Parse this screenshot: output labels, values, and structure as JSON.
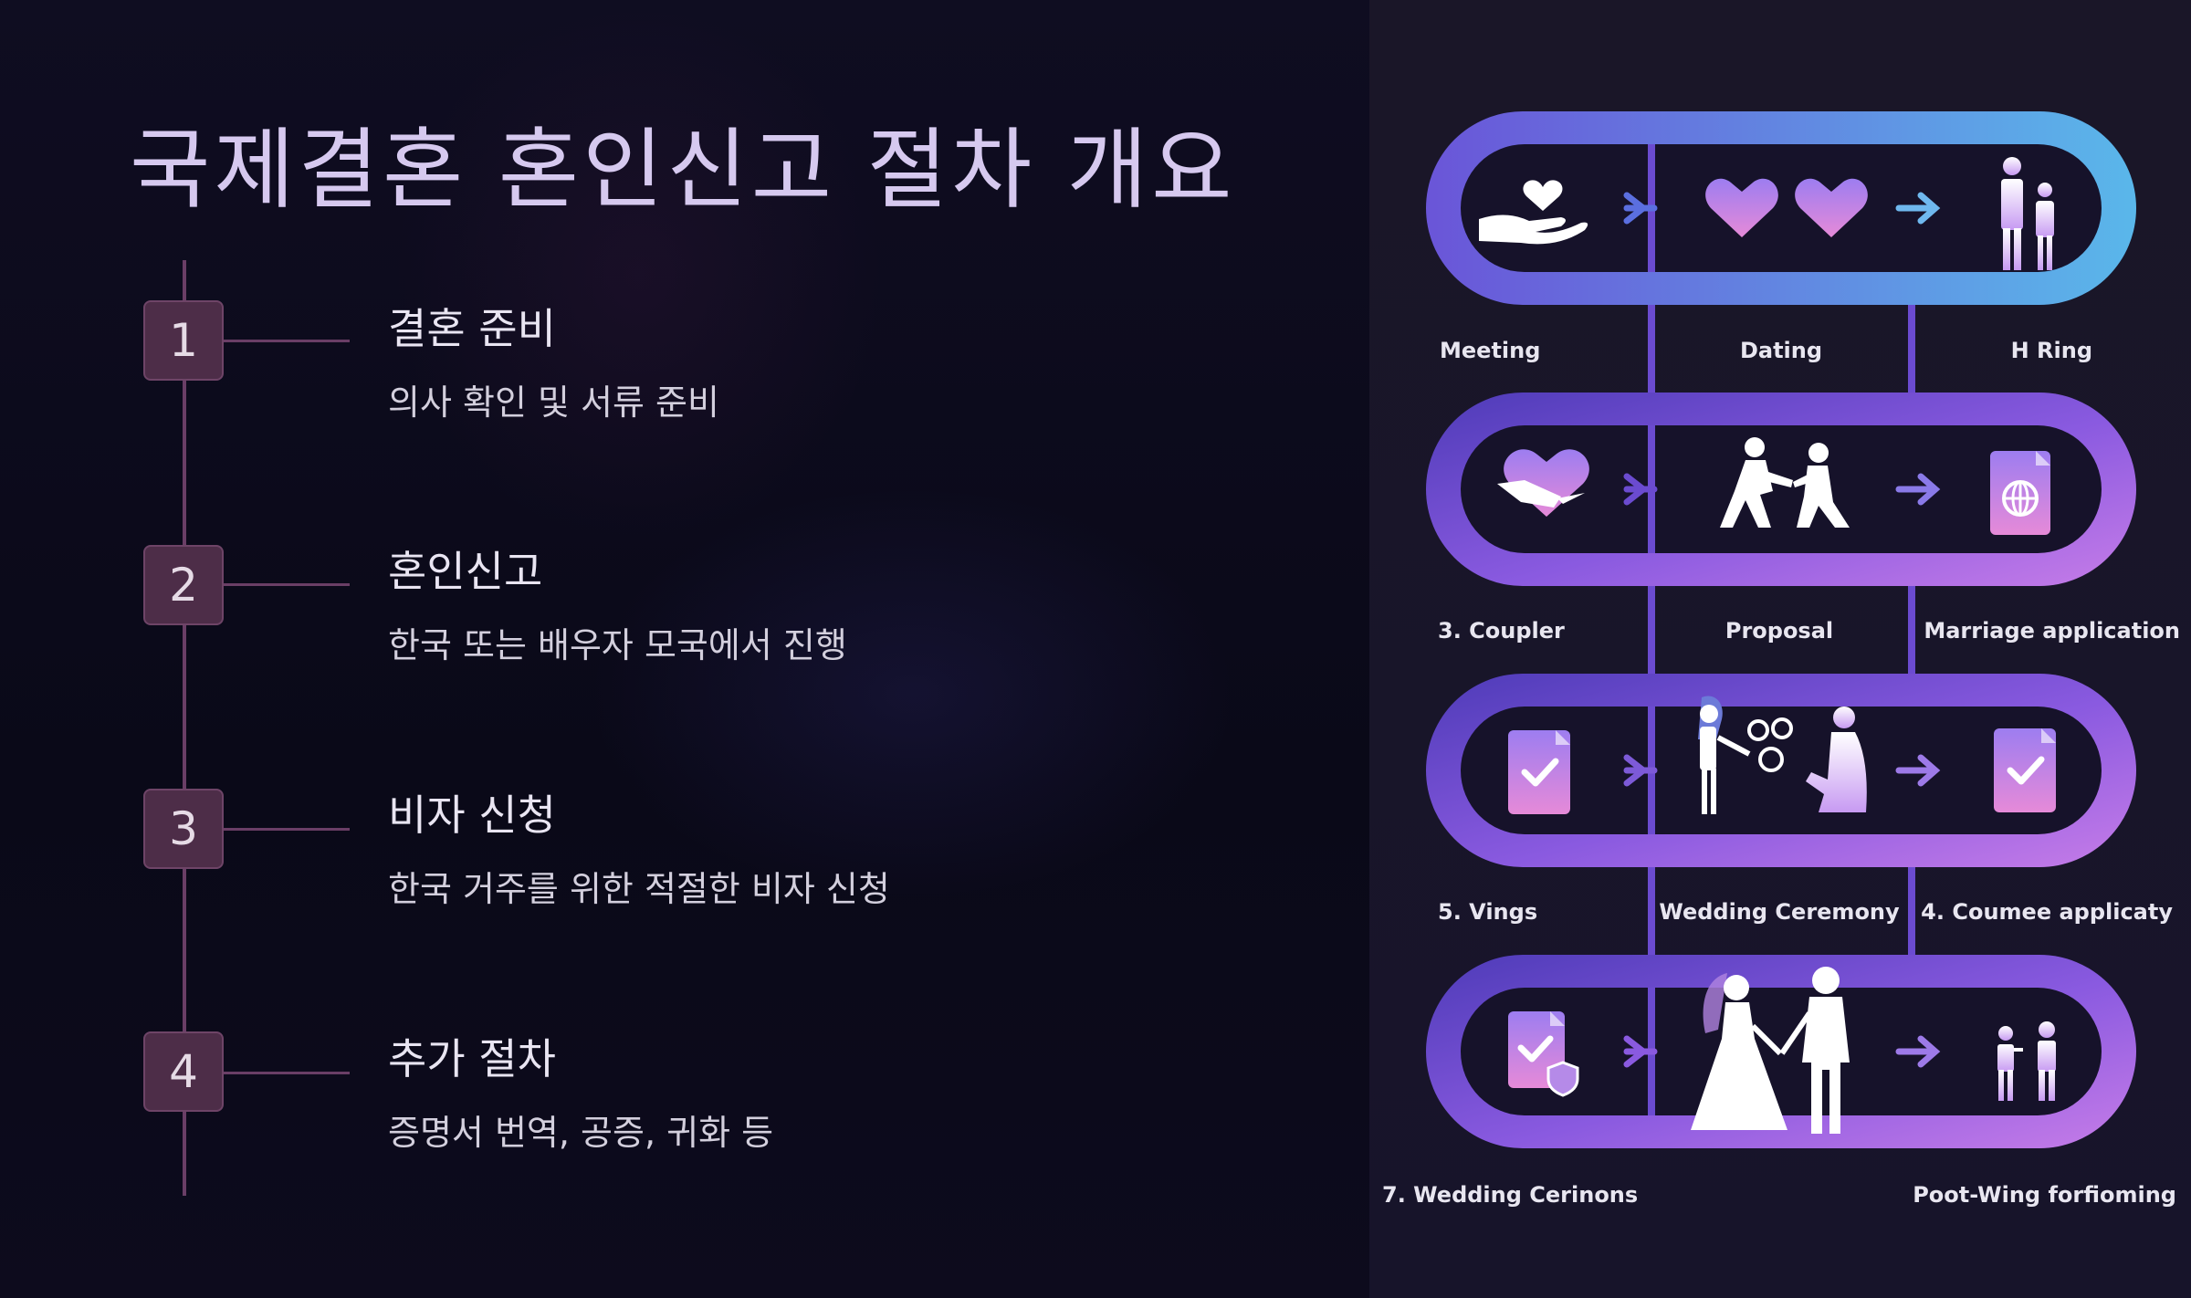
{
  "title": "국제결혼 혼인신고 절차 개요",
  "steps": [
    {
      "number": "1",
      "title": "결혼 준비",
      "desc": "의사 확인 및 서류 준비"
    },
    {
      "number": "2",
      "title": "혼인신고",
      "desc": "한국 또는 배우자 모국에서 진행"
    },
    {
      "number": "3",
      "title": "비자 신청",
      "desc": "한국 거주를 위한 적절한 비자 신청"
    },
    {
      "number": "4",
      "title": "추가 절차",
      "desc": "증명서 번역, 공증, 귀화 등"
    }
  ],
  "infographic": {
    "rows": [
      {
        "captions": [
          "Meeting",
          "Dating",
          "H Ring"
        ],
        "icons": [
          "heart-hand-icon",
          "two-hearts-icon",
          "couple-icon"
        ]
      },
      {
        "captions": [
          "3. Coupler",
          "Proposal",
          "Marriage application"
        ],
        "icons": [
          "handshake-heart-icon",
          "kneeling-proposal-icon",
          "passport-globe-icon"
        ]
      },
      {
        "captions": [
          "5. Vings",
          "Wedding Ceremony",
          "4. Coumee applicaty"
        ],
        "icons": [
          "document-check-icon",
          "ring-exchange-icon",
          "document-check-icon"
        ]
      },
      {
        "captions": [
          "7. Wedding Cerinons",
          "Poot-Wing forfioming"
        ],
        "icons": [
          "document-shield-icon",
          "bride-groom-icon",
          "family-icon"
        ]
      }
    ],
    "colors": {
      "gradient_start": "#4e3bb8",
      "gradient_mid": "#8a5ae0",
      "gradient_end": "#c67ce8",
      "arrow": "#6fb8ee"
    }
  }
}
